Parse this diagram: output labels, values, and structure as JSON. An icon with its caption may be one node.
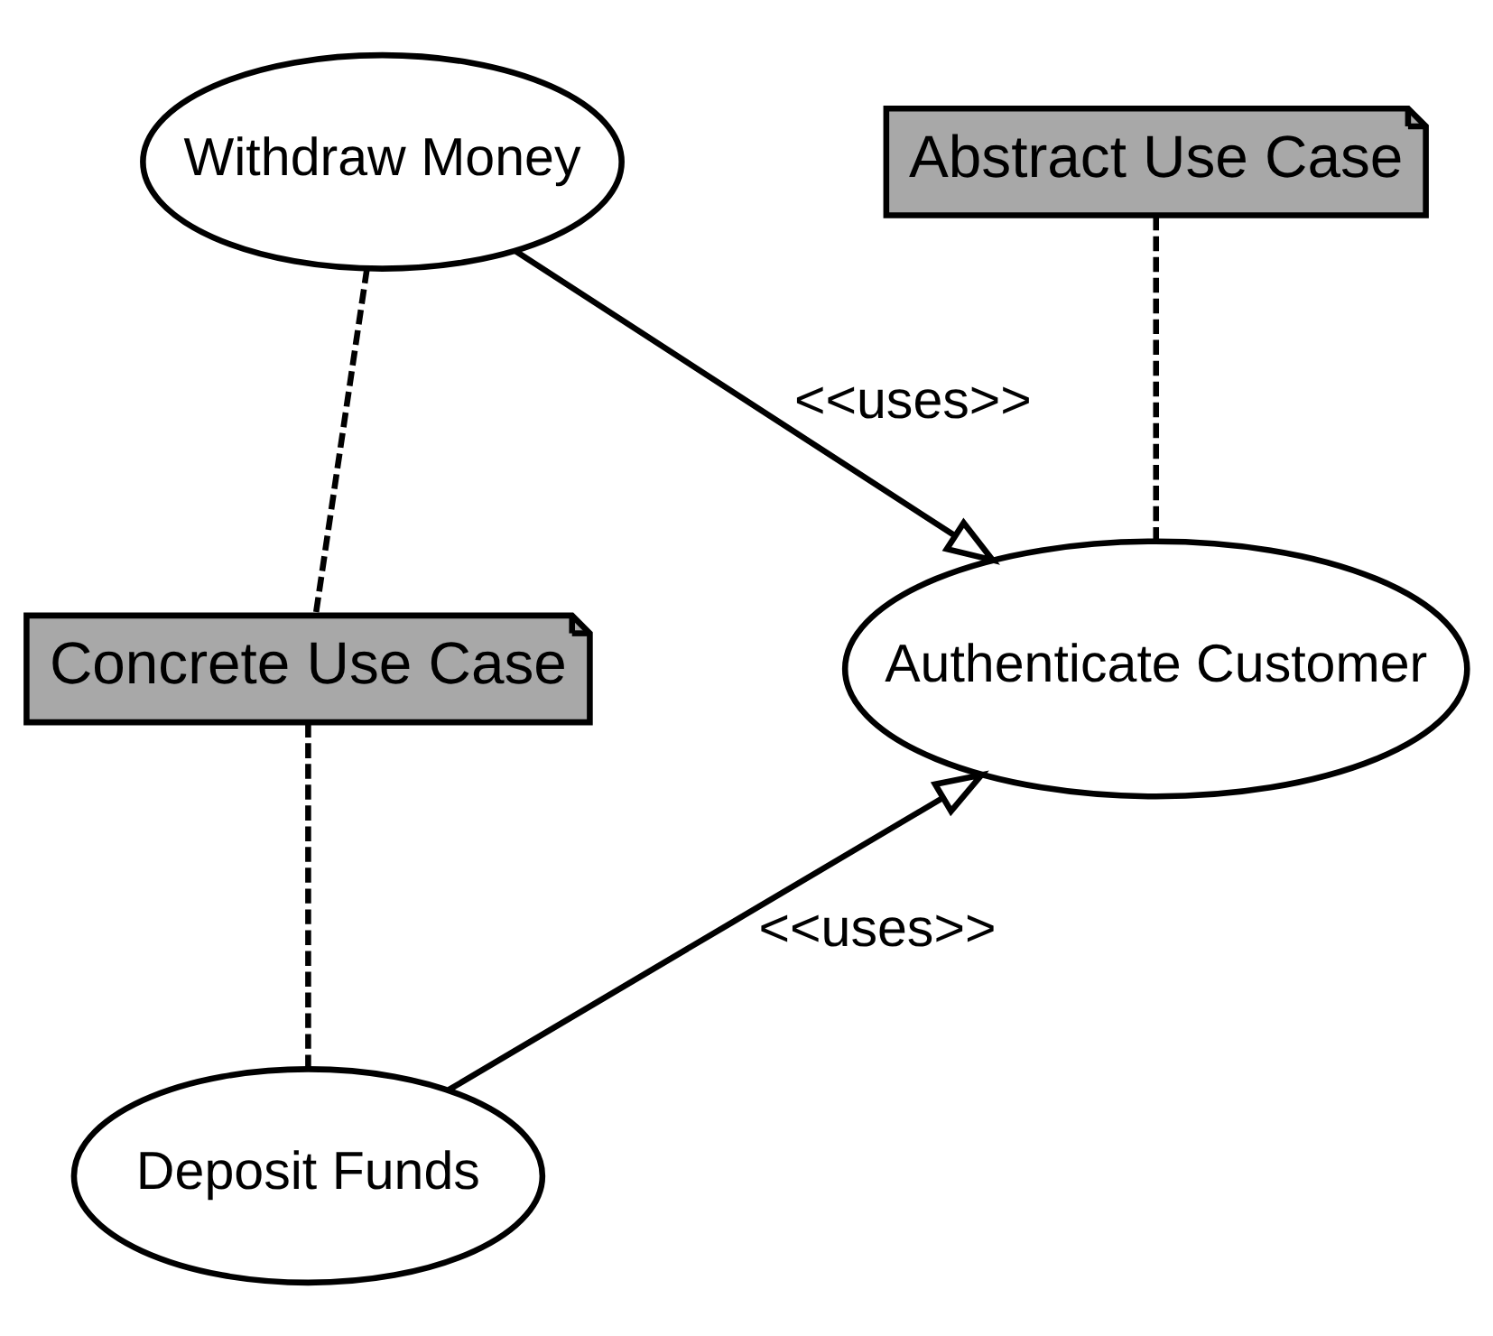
{
  "diagram": {
    "nodes": [
      {
        "text": [
          "Withdraw Money"
        ]
      },
      {
        "text": [
          "Abstract Use Case"
        ]
      },
      {
        "text": [
          "Concrete Use Case"
        ]
      },
      {
        "text": [
          "Authenticate Customer"
        ]
      },
      {
        "text": [
          "Deposit Funds"
        ]
      }
    ],
    "edges": [
      {
        "from": 0,
        "to": 3,
        "arrow": "to",
        "label": "<<uses>>"
      },
      {
        "from": 4,
        "to": 3,
        "arrow": "to",
        "label": "<<uses>>"
      },
      {
        "from": 1,
        "to": 3,
        "arrow": "none",
        "style": "dashed"
      },
      {
        "from": 0,
        "to": 2,
        "arrow": "none",
        "style": "dashed"
      },
      {
        "from": 2,
        "to": 4,
        "arrow": "none",
        "style": "dashed"
      }
    ]
  }
}
